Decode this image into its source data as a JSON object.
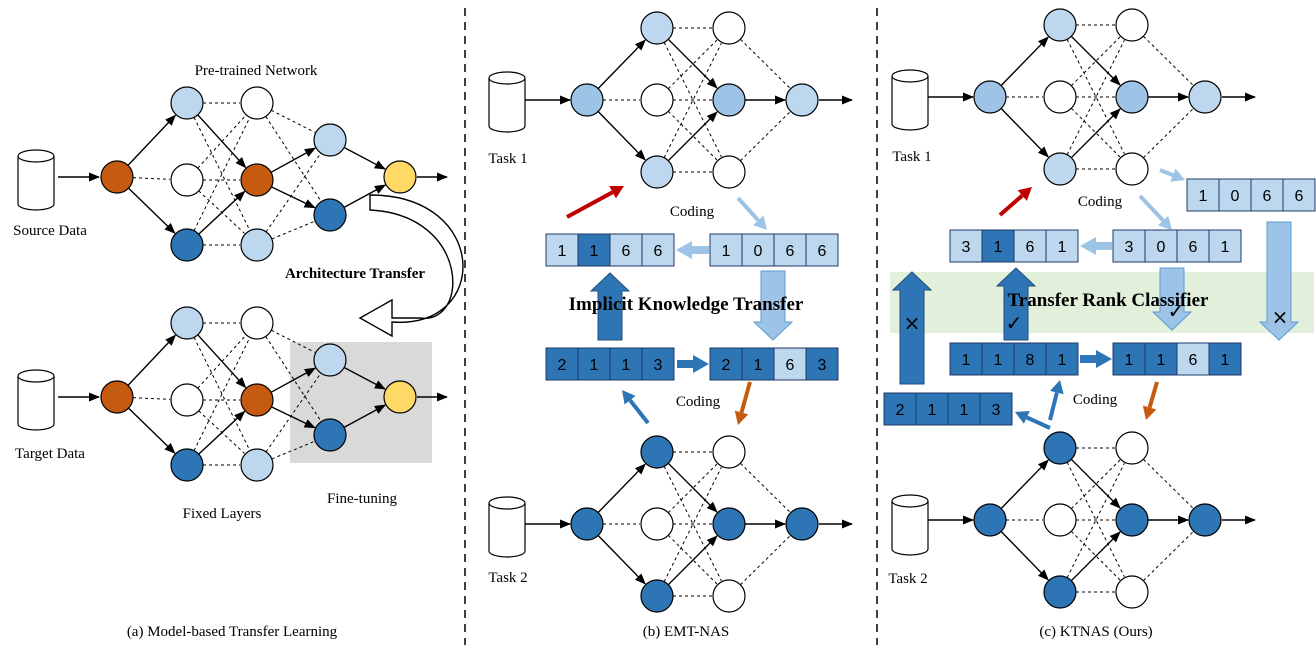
{
  "colors": {
    "orange": "#C55A11",
    "light_blue": "#BDD7EE",
    "mid_blue": "#9DC3E6",
    "dark_blue": "#2E75B6",
    "yellow": "#FFD966",
    "gray_panel": "#D9D9D9",
    "green_band": "#E2EFDA",
    "red_arrow": "#C00000",
    "orange_arrow": "#C55A11",
    "big_blue_arrow": "#2E75B6",
    "light_blue_arrow": "#9DC3E6"
  },
  "panel_a": {
    "title": "Pre-trained Network",
    "source_label": "Source Data",
    "target_label": "Target Data",
    "transfer_label": "Architecture Transfer",
    "fixed_label": "Fixed Layers",
    "finetune_label": "Fine-tuning",
    "caption": "(a) Model-based Transfer Learning"
  },
  "panel_b": {
    "task1": "Task 1",
    "task2": "Task 2",
    "coding_top": "Coding",
    "coding_bottom": "Coding",
    "transfer_label": "Implicit Knowledge Transfer",
    "code_top_left": [
      "1",
      "1",
      "6",
      "6"
    ],
    "code_top_right": [
      "1",
      "0",
      "6",
      "6"
    ],
    "code_bottom_left": [
      "2",
      "1",
      "1",
      "3"
    ],
    "code_bottom_right": [
      "2",
      "1",
      "6",
      "3"
    ],
    "caption": "(b) EMT-NAS"
  },
  "panel_c": {
    "task1": "Task 1",
    "task2": "Task 2",
    "coding_top": "Coding",
    "coding_bottom": "Coding",
    "classifier_label": "Transfer Rank Classifier",
    "code_far_right": [
      "1",
      "0",
      "6",
      "6"
    ],
    "code_top_left": [
      "3",
      "1",
      "6",
      "1"
    ],
    "code_top_right": [
      "3",
      "0",
      "6",
      "1"
    ],
    "code_mid_left": [
      "1",
      "1",
      "8",
      "1"
    ],
    "code_mid_right": [
      "1",
      "1",
      "6",
      "1"
    ],
    "code_low_left": [
      "2",
      "1",
      "1",
      "3"
    ],
    "check_mark": "✓",
    "cross_mark": "×",
    "caption": "(c) KTNAS (Ours)"
  }
}
